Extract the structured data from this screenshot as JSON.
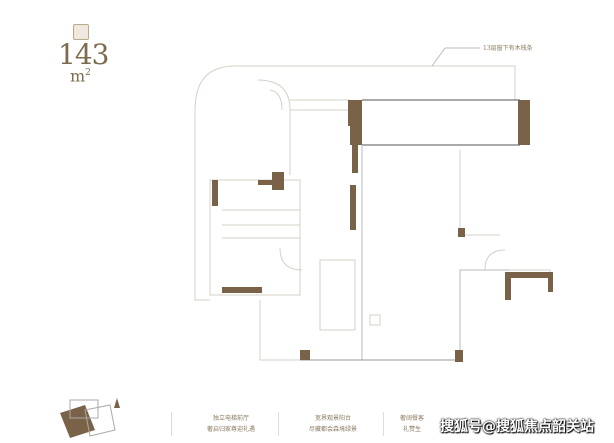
{
  "header": {
    "area_value": "143",
    "area_unit": "m",
    "area_unit_sup": "2"
  },
  "plan": {
    "note": "13层窗下有木栈条",
    "wall_color": "#7a6248",
    "line_color": "#c9c3b8"
  },
  "features": [
    {
      "line1": "独立电梯前厅",
      "line2": "奢启归家尊迎礼遇"
    },
    {
      "line1": "宽界观景阳台",
      "line2": "尽藏都会森境绿景"
    },
    {
      "line1": "奢阔餐客",
      "line2": "礼赞生"
    }
  ],
  "watermark": "搜狐号@搜狐焦点韶关站"
}
